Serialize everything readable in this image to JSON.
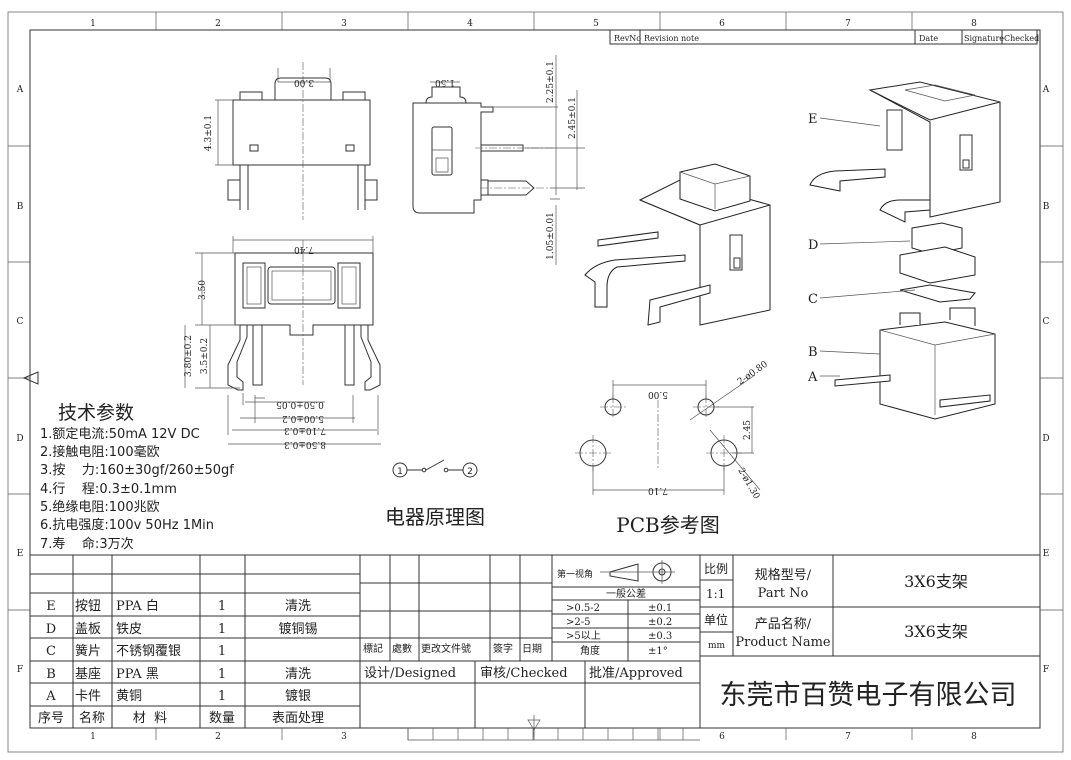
{
  "frame": {
    "columns": [
      "1",
      "2",
      "3",
      "4",
      "5",
      "6",
      "7",
      "8"
    ],
    "rows": [
      "A",
      "B",
      "C",
      "D",
      "E",
      "F"
    ]
  },
  "revision_header": {
    "rev_no": "RevNo",
    "note": "Revision note",
    "date": "Date",
    "signature": "Signature",
    "checked": "Checked"
  },
  "views": {
    "top": {
      "width_dim": "3.00",
      "height_dim": "4.3±0.1"
    },
    "front": {
      "top_width": "7.40",
      "body_height": "3.50",
      "leg_outer": "3.80±0.2",
      "leg_inner": "3.5±0.2",
      "pin_width": "0.50±0.05",
      "pin_pitch": "5.00±0.2",
      "outer_pitch": "7.10±0.3",
      "overall_width": "8.50±0.3"
    },
    "side": {
      "button_width": "1.50",
      "dim_a": "2.25±0.1",
      "dim_b": "2.45±0.1",
      "dim_c": "1.05±0.01"
    },
    "circuit": {
      "title": "电器原理图",
      "terminal_1": "1",
      "terminal_2": "2"
    },
    "pcb": {
      "title": "PCB参考图",
      "small_pitch": "5.00",
      "small_holes": "2-ø0.80",
      "row_gap": "2.45",
      "large_pitch": "7.10",
      "large_holes": "2-ø1.30"
    },
    "exploded_labels": [
      "E",
      "D",
      "C",
      "B",
      "A"
    ]
  },
  "specs": {
    "title": "技术参数",
    "items": [
      "1.额定电流:50mA 12V DC",
      "2.接触电阻:100毫欧",
      "3.按    力:160±30gf/260±50gf",
      "4.行    程:0.3±0.1mm",
      "5.绝缘电阻:100兆欧",
      "6.抗电强度:100v 50Hz 1Min",
      "7.寿    命:3万次"
    ]
  },
  "bom": {
    "rows": [
      {
        "no": "E",
        "name": "按钮",
        "material": "PPA 白",
        "qty": "1",
        "finish": "清洗"
      },
      {
        "no": "D",
        "name": "盖板",
        "material": "铁皮",
        "qty": "1",
        "finish": "镀铜锡"
      },
      {
        "no": "C",
        "name": "簧片",
        "material": "不锈钢覆银",
        "qty": "1",
        "finish": ""
      },
      {
        "no": "B",
        "name": "基座",
        "material": "PPA 黑",
        "qty": "1",
        "finish": "清洗"
      },
      {
        "no": "A",
        "name": "卡件",
        "material": "黄铜",
        "qty": "1",
        "finish": "镀银"
      }
    ],
    "header": {
      "no": "序号",
      "name": "名称",
      "material": "材  料",
      "qty": "数量",
      "finish": "表面处理"
    }
  },
  "change_log": {
    "mark": "標記",
    "count": "處數",
    "doc": "更改文件號",
    "sign": "簽字",
    "date": "日期"
  },
  "projection": {
    "label": "第一视角"
  },
  "tolerance": {
    "title": "一般公差",
    "rows": [
      {
        "range": ">0.5-2",
        "tol": "±0.1"
      },
      {
        "range": ">2-5",
        "tol": "±0.2"
      },
      {
        "range": ">5以上",
        "tol": "±0.3"
      },
      {
        "range": "角度",
        "tol": "±1°"
      }
    ]
  },
  "approvals": {
    "designed": "设计/Designed",
    "checked": "审核/Checked",
    "approved": "批准/Approved"
  },
  "title_block": {
    "scale_label": "比例",
    "scale": "1:1",
    "unit_label": "单位",
    "unit": "mm",
    "part_no_label_cn": "规格型号/",
    "part_no_label_en": "Part No",
    "part_no": "3X6支架",
    "product_label_cn": "产品名称/",
    "product_label_en": "Product Name",
    "product": "3X6支架",
    "company": "东莞市百赞电子有限公司"
  }
}
